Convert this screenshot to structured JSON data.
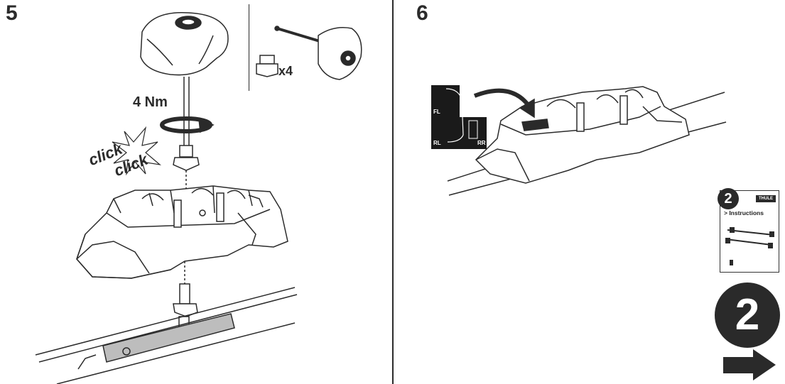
{
  "step5": {
    "number": "5",
    "torque": "4 Nm",
    "click_1": "click",
    "click_2": "click",
    "quantity": "x4"
  },
  "step6": {
    "number": "6",
    "positions": [
      "FL",
      "RL",
      "RR"
    ]
  },
  "booklet": {
    "number": "2",
    "brand": "THULE",
    "title": "> Instructions"
  },
  "next_step": {
    "number": "2"
  },
  "colors": {
    "ink": "#2b2b2b",
    "fill_dark": "#2a2a2a",
    "fill_gray": "#bdbdbd"
  }
}
